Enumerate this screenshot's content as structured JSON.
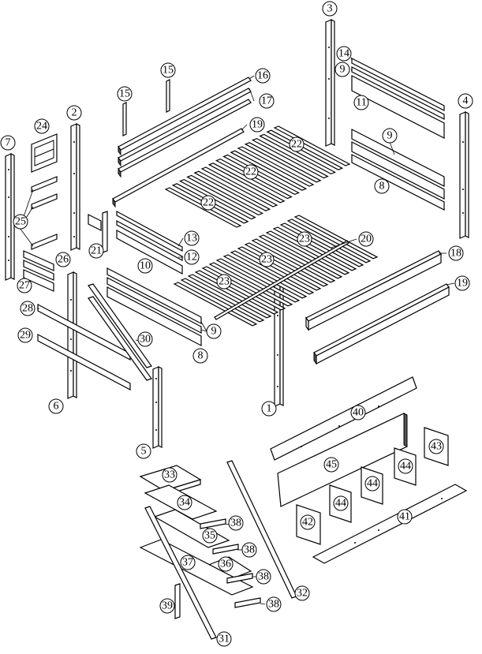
{
  "diagram": {
    "callouts": [
      {
        "id": "p1",
        "label": "1"
      },
      {
        "id": "p2",
        "label": "2"
      },
      {
        "id": "p3",
        "label": "3"
      },
      {
        "id": "p4",
        "label": "4"
      },
      {
        "id": "p5",
        "label": "5"
      },
      {
        "id": "p6",
        "label": "6"
      },
      {
        "id": "p7",
        "label": "7"
      },
      {
        "id": "p8a",
        "label": "8"
      },
      {
        "id": "p8b",
        "label": "8"
      },
      {
        "id": "p9a",
        "label": "9"
      },
      {
        "id": "p9b",
        "label": "9"
      },
      {
        "id": "p9c",
        "label": "9"
      },
      {
        "id": "p10",
        "label": "10"
      },
      {
        "id": "p11",
        "label": "11"
      },
      {
        "id": "p12",
        "label": "12"
      },
      {
        "id": "p13",
        "label": "13"
      },
      {
        "id": "p14",
        "label": "14"
      },
      {
        "id": "p15a",
        "label": "15"
      },
      {
        "id": "p15b",
        "label": "15"
      },
      {
        "id": "p16",
        "label": "16"
      },
      {
        "id": "p17",
        "label": "17"
      },
      {
        "id": "p18",
        "label": "18"
      },
      {
        "id": "p19a",
        "label": "19"
      },
      {
        "id": "p19b",
        "label": "19"
      },
      {
        "id": "p20",
        "label": "20"
      },
      {
        "id": "p21",
        "label": "21"
      },
      {
        "id": "p22a",
        "label": "22"
      },
      {
        "id": "p22b",
        "label": "22"
      },
      {
        "id": "p22c",
        "label": "22"
      },
      {
        "id": "p23a",
        "label": "23"
      },
      {
        "id": "p23b",
        "label": "23"
      },
      {
        "id": "p23c",
        "label": "23"
      },
      {
        "id": "p24",
        "label": "24"
      },
      {
        "id": "p25",
        "label": "25"
      },
      {
        "id": "p26",
        "label": "26"
      },
      {
        "id": "p27",
        "label": "27"
      },
      {
        "id": "p28",
        "label": "28"
      },
      {
        "id": "p29",
        "label": "29"
      },
      {
        "id": "p30",
        "label": "30"
      },
      {
        "id": "p31",
        "label": "31"
      },
      {
        "id": "p32",
        "label": "32"
      },
      {
        "id": "p33",
        "label": "33"
      },
      {
        "id": "p34",
        "label": "34"
      },
      {
        "id": "p35",
        "label": "35"
      },
      {
        "id": "p36",
        "label": "36"
      },
      {
        "id": "p37",
        "label": "37"
      },
      {
        "id": "p38a",
        "label": "38"
      },
      {
        "id": "p38b",
        "label": "38"
      },
      {
        "id": "p38c",
        "label": "38"
      },
      {
        "id": "p38d",
        "label": "38"
      },
      {
        "id": "p39",
        "label": "39"
      },
      {
        "id": "p40",
        "label": "40"
      },
      {
        "id": "p41",
        "label": "41"
      },
      {
        "id": "p42",
        "label": "42"
      },
      {
        "id": "p43",
        "label": "43"
      },
      {
        "id": "p44a",
        "label": "44"
      },
      {
        "id": "p44b",
        "label": "44"
      },
      {
        "id": "p44c",
        "label": "44"
      },
      {
        "id": "p44d",
        "label": "44"
      },
      {
        "id": "p45",
        "label": "45"
      }
    ]
  }
}
